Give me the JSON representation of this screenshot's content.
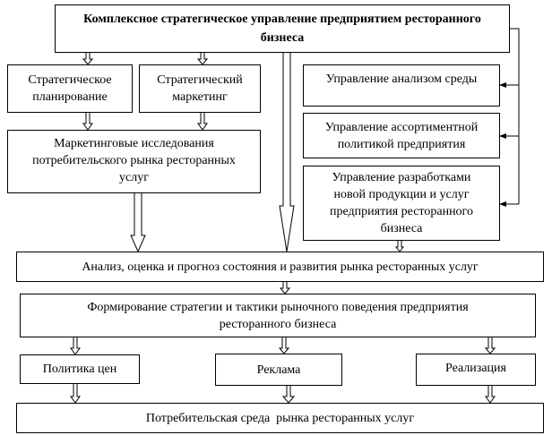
{
  "diagram": {
    "title_box": "Комплексное стратегическое   управление   предприятием ресторанного бизнеса",
    "left_column": {
      "strategic_planning": "Стратегическое планирование",
      "strategic_marketing": "Стратегический маркетинг",
      "marketing_research": "Маркетинговые исследования потребительского рынка ресторанных услуг"
    },
    "right_column": {
      "environment_analysis": "Управление анализом среды",
      "assortment_policy": "Управление ассортиментной политикой предприятия",
      "new_products": "Управление разработками новой продукции и услуг предприятия ресторанного бизнеса"
    },
    "analysis_box": "Анализ, оценка и прогноз состояния и развития рынка ресторанных услуг",
    "strategy_box": "Формирование стратегии и тактики рыночного поведения предприятия ресторанного бизнеса",
    "tools": {
      "pricing": "Политика цен",
      "advertising": "Реклама",
      "sales": "Реализация"
    },
    "bottom_box": "Потребительская среда  рынка ресторанных услуг"
  },
  "colors": {
    "line": "#000000",
    "background": "#ffffff"
  }
}
